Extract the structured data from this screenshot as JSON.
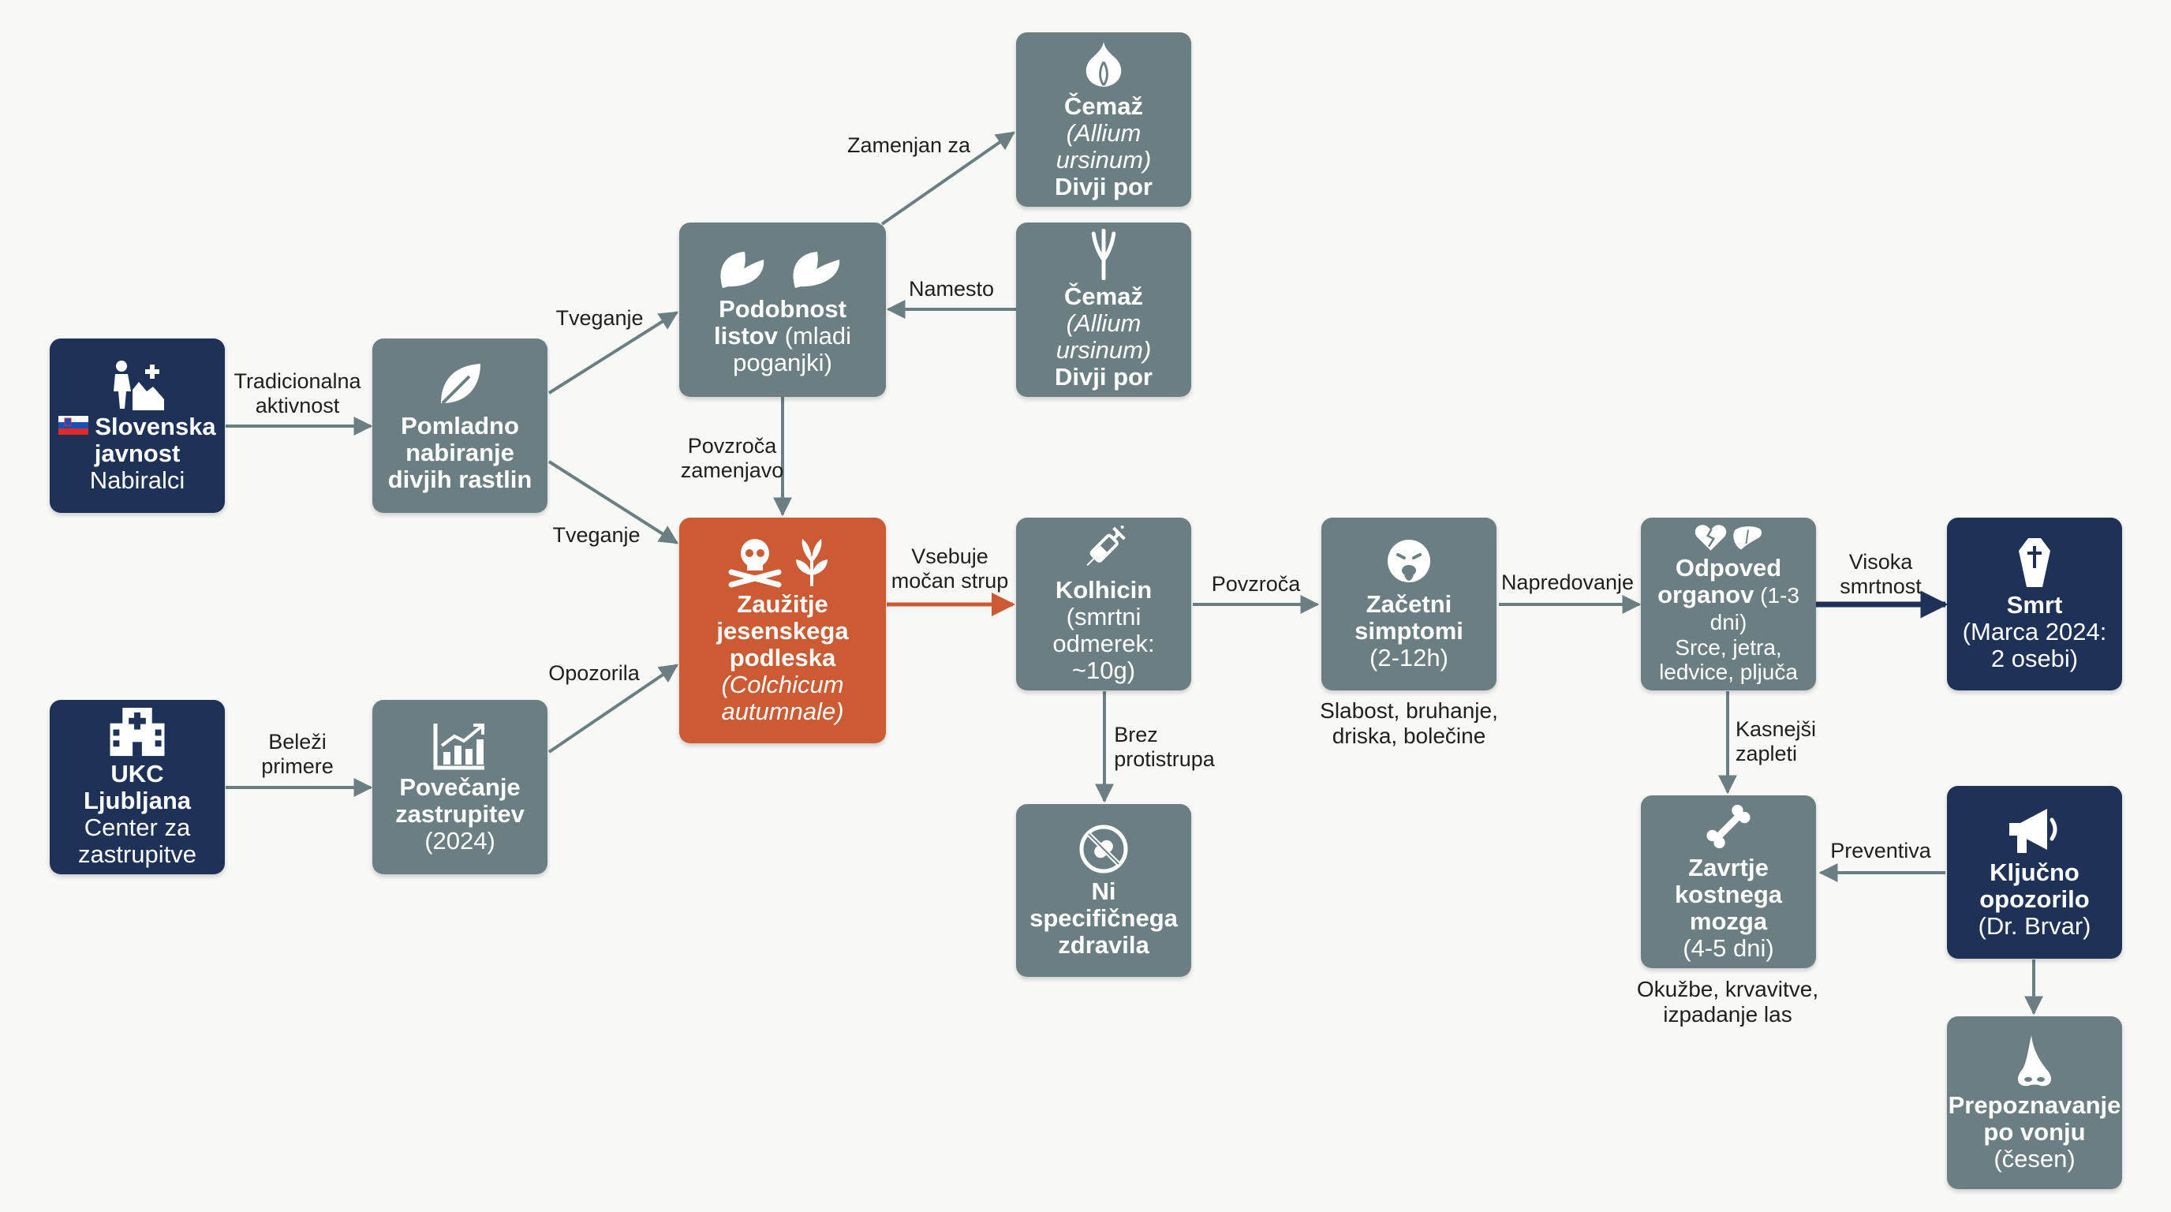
{
  "nodes": {
    "slovenska": {
      "flag": "slovenian-flag",
      "icon": "forager-icon",
      "title": "Slovenska",
      "title2": "javnost",
      "sub": "Nabiralci"
    },
    "pomladno": {
      "icon": "leaf-icon",
      "l1": "Pomladno",
      "l2": "nabiranje",
      "l3": "divjih rastlin"
    },
    "podobnost": {
      "icon": "leaves-icon",
      "l1": "Podobnost",
      "l2a": "listov",
      "l2b": " (mladi",
      "l3": "poganjki)"
    },
    "cemaz1": {
      "icon": "garlic-icon",
      "l1": "Čemaž",
      "l2": "(Allium ursinum)",
      "l3": "Divji por"
    },
    "cemaz2": {
      "icon": "sprout-icon",
      "l1": "Čemaž",
      "l2": "(Allium ursinum)",
      "l3": "Divji por"
    },
    "ukc": {
      "icon": "hospital-icon",
      "l1": "UKC Ljubljana",
      "l2": "Center za",
      "l3": "zastrupitve"
    },
    "povecanje": {
      "icon": "chart-up-icon",
      "l1": "Povečanje",
      "l2": "zastrupitev",
      "l3": "(2024)"
    },
    "zauzitje": {
      "icon": "poison-plant-icon",
      "l1": "Zaužitje",
      "l2": "jesenskega",
      "l3": "podleska",
      "l4": "(Colchicum",
      "l5": "autumnale)"
    },
    "kolhicin": {
      "icon": "syringe-icon",
      "l1": "Kolhicin",
      "l2": "(smrtni",
      "l3": "odmerek: ~10g)"
    },
    "ni_zdravila": {
      "icon": "no-medicine-icon",
      "l1": "Ni",
      "l2": "specifičnega",
      "l3": "zdravila"
    },
    "zacetni": {
      "icon": "vomiting-face-icon",
      "l1": "Začetni",
      "l2": "simptomi",
      "l3": "(2-12h)"
    },
    "odpoved": {
      "icon": "broken-heart-liver-icon",
      "l1": "Odpoved",
      "l2a": "organov",
      "l2b": " (1-3 dni)",
      "l3": "Srce, jetra,",
      "l4": "ledvice, pljuča"
    },
    "smrt": {
      "icon": "coffin-icon",
      "l1": "Smrt",
      "l2": "(Marca 2024:",
      "l3": "2 osebi)"
    },
    "zavrtje": {
      "icon": "bone-icon",
      "l1": "Zavrtje",
      "l2": "kostnega",
      "l3": "mozga",
      "l4": "(4-5 dni)"
    },
    "opozorilo": {
      "icon": "megaphone-icon",
      "l1": "Ključno",
      "l2": "opozorilo",
      "l3": "(Dr. Brvar)"
    },
    "vonj": {
      "icon": "nose-icon",
      "l1": "Prepoznavanje",
      "l2": "po vonju",
      "l3": "(česen)"
    }
  },
  "notes": {
    "zacetni_1": "Slabost, bruhanje,",
    "zacetni_2": "driska, bolečine",
    "zavrtje_1": "Okužbe, krvavitve,",
    "zavrtje_2": "izpadanje las"
  },
  "edges": {
    "tradicionalna_1": "Tradicionalna",
    "tradicionalna_2": "aktivnost",
    "tveganje_top": "Tveganje",
    "tveganje_bottom": "Tveganje",
    "zamenjan": "Zamenjan za",
    "namesto": "Namesto",
    "povzroca_zam_1": "Povzroča",
    "povzroca_zam_2": "zamenjavo",
    "belezi_1": "Beleži",
    "belezi_2": "primere",
    "opozorila": "Opozorila",
    "vsebuje_1": "Vsebuje",
    "vsebuje_2": "močan strup",
    "brez_1": "Brez",
    "brez_2": "protistrupa",
    "povzroca": "Povzroča",
    "napredovanje": "Napredovanje",
    "visoka_1": "Visoka",
    "visoka_2": "smrtnost",
    "kasnejsi_1": "Kasnejši",
    "kasnejsi_2": "zapleti",
    "preventiva": "Preventiva"
  },
  "colors": {
    "gray_node": "#6b7f82",
    "navy_node": "#1e3258",
    "orange_node": "#cc5a33",
    "gray_arrow": "#6b7f82",
    "orange_arrow": "#cc5a33",
    "navy_arrow": "#1e3258"
  }
}
